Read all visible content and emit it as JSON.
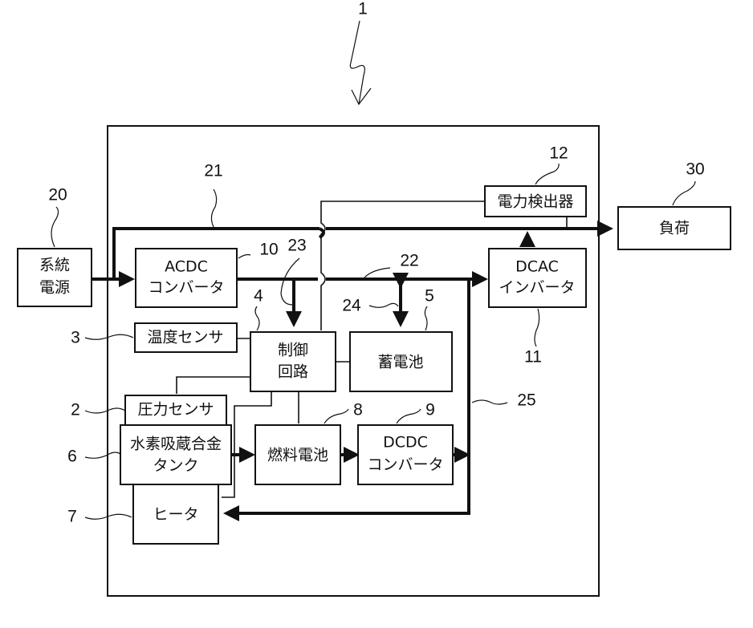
{
  "figure": {
    "system_ref": "1",
    "components": {
      "grid_power": {
        "ref": "20",
        "line1": "系統",
        "line2": "電源"
      },
      "acdc_converter": {
        "ref": "10",
        "line1": "ACDC",
        "line2": "コンバータ"
      },
      "dcac_inverter": {
        "ref": "11",
        "line1": "DCAC",
        "line2": "インバータ"
      },
      "power_detector": {
        "ref": "12",
        "label": "電力検出器"
      },
      "load": {
        "ref": "30",
        "label": "負荷"
      },
      "temperature_sensor": {
        "ref": "3",
        "label": "温度センサ"
      },
      "control_circuit": {
        "ref": "4",
        "line1": "制御",
        "line2": "回路"
      },
      "storage_battery": {
        "ref": "5",
        "label": "蓄電池"
      },
      "pressure_sensor": {
        "ref": "2",
        "label": "圧力センサ"
      },
      "hydrogen_tank": {
        "ref": "6",
        "line1": "水素吸蔵合金",
        "line2": "タンク"
      },
      "fuel_cell": {
        "ref": "8",
        "label": "燃料電池"
      },
      "dcdc_converter": {
        "ref": "9",
        "line1": "DCDC",
        "line2": "コンバータ"
      },
      "heater": {
        "ref": "7",
        "label": "ヒータ"
      }
    },
    "lines": {
      "ac_bypass": {
        "ref": "21"
      },
      "dc_bus": {
        "ref": "22"
      },
      "control_power": {
        "ref": "23"
      },
      "battery_line": {
        "ref": "24"
      },
      "heater_feed": {
        "ref": "25"
      }
    }
  }
}
